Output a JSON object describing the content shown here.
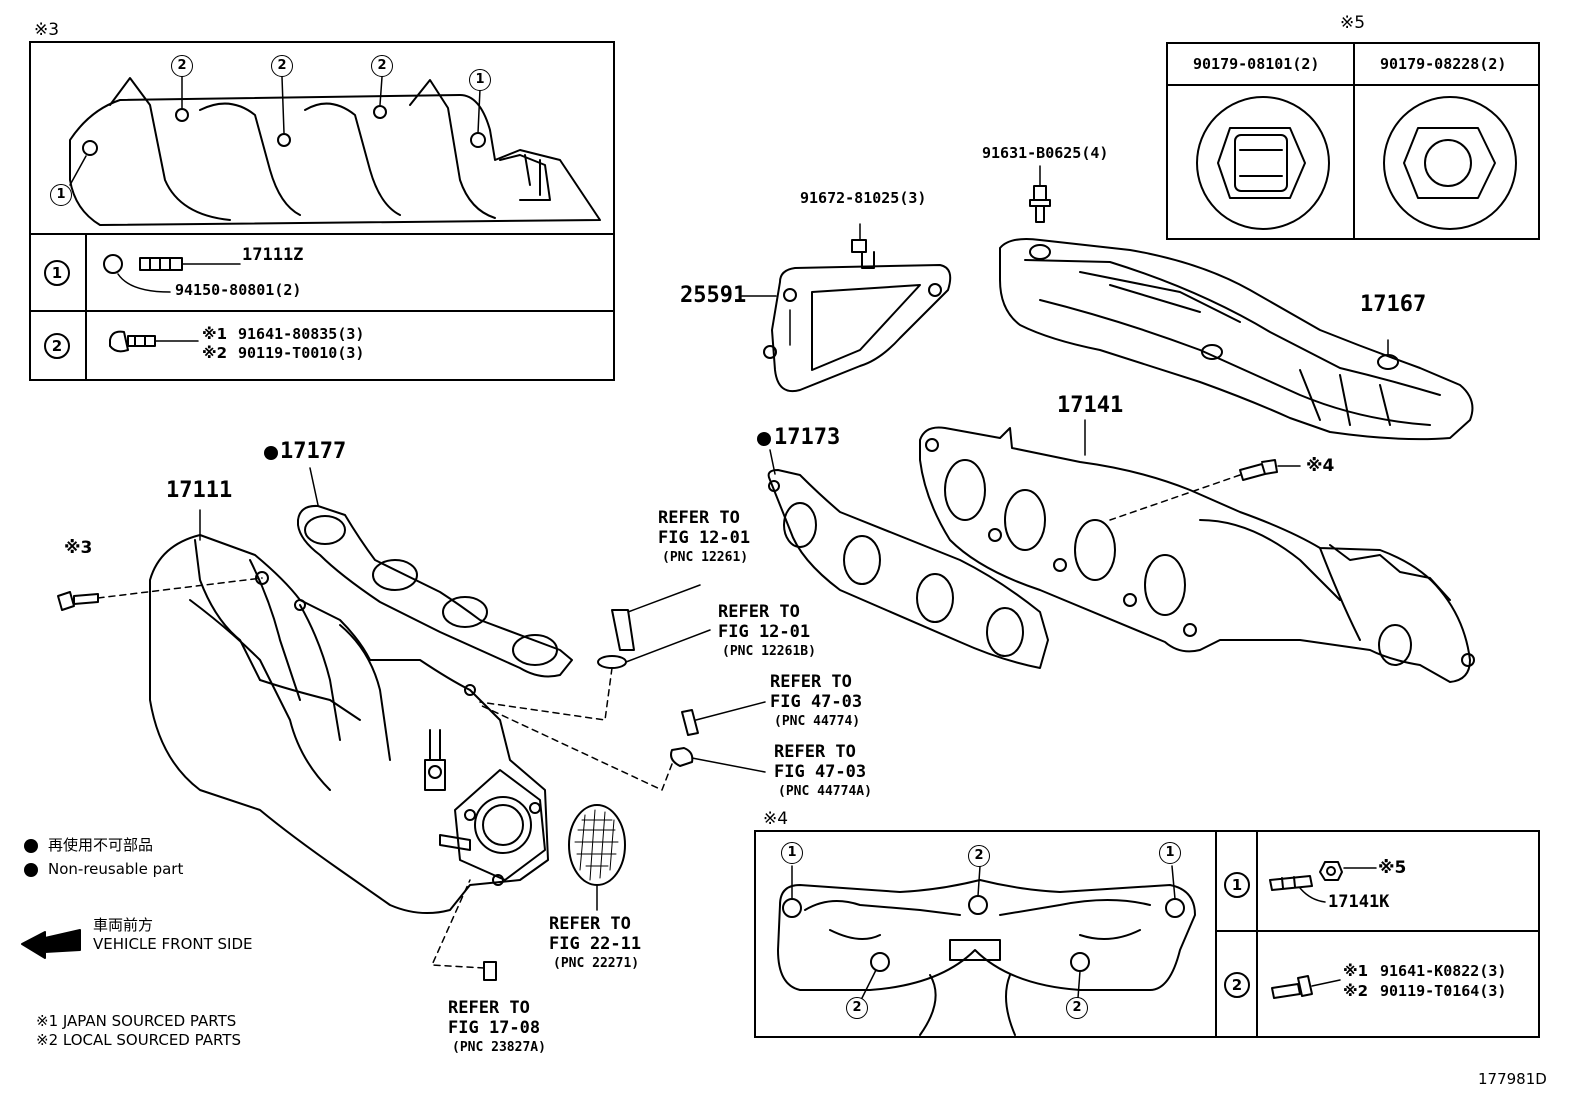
{
  "boxes": {
    "box3": {
      "mark": "※3",
      "row1": {
        "num": "1",
        "part_a": "17111Z",
        "part_b": "94150-80801(2)"
      },
      "row2": {
        "num": "2",
        "line1_mark": "※1",
        "line1": "91641-80835(3)",
        "line2_mark": "※2",
        "line2": "90119-T0010(3)"
      },
      "callouts": [
        "2",
        "2",
        "2",
        "1",
        "1"
      ]
    },
    "box5": {
      "mark": "※5",
      "col1": "90179-08101(2)",
      "col2": "90179-08228(2)"
    },
    "box4": {
      "mark": "※4",
      "row1": {
        "num": "1",
        "mark": "※5",
        "part": "17141K"
      },
      "row2": {
        "num": "2",
        "line1_mark": "※1",
        "line1": "91641-K0822(3)",
        "line2_mark": "※2",
        "line2": "90119-T0164(3)"
      },
      "callouts": [
        "1",
        "2",
        "1",
        "2",
        "2"
      ]
    }
  },
  "parts": {
    "p17111": "17111",
    "p17177": "17177",
    "p25591": "25591",
    "p91672": "91672-81025(3)",
    "p91631": "91631-B0625(4)",
    "p17167": "17167",
    "p17141": "17141",
    "p17173": "17173",
    "mark3": "※3",
    "mark4": "※4"
  },
  "refs": [
    {
      "l1": "REFER TO",
      "l2": "FIG 12-01",
      "l3": "(PNC 12261)"
    },
    {
      "l1": "REFER TO",
      "l2": "FIG 12-01",
      "l3": "(PNC 12261B)"
    },
    {
      "l1": "REFER TO",
      "l2": "FIG 47-03",
      "l3": "(PNC 44774)"
    },
    {
      "l1": "REFER TO",
      "l2": "FIG 47-03",
      "l3": "(PNC 44774A)"
    },
    {
      "l1": "REFER TO",
      "l2": "FIG 22-11",
      "l3": "(PNC 22271)"
    },
    {
      "l1": "REFER TO",
      "l2": "FIG 17-08",
      "l3": "(PNC 23827A)"
    }
  ],
  "legend": {
    "non_reusable_jp": "再使用不可部品",
    "non_reusable_en": "Non-reusable part",
    "front_jp": "車両前方",
    "front_en": "VEHICLE FRONT SIDE",
    "note1": "※1 JAPAN SOURCED PARTS",
    "note2": "※2 LOCAL SOURCED PARTS"
  },
  "figure_id": "177981D"
}
